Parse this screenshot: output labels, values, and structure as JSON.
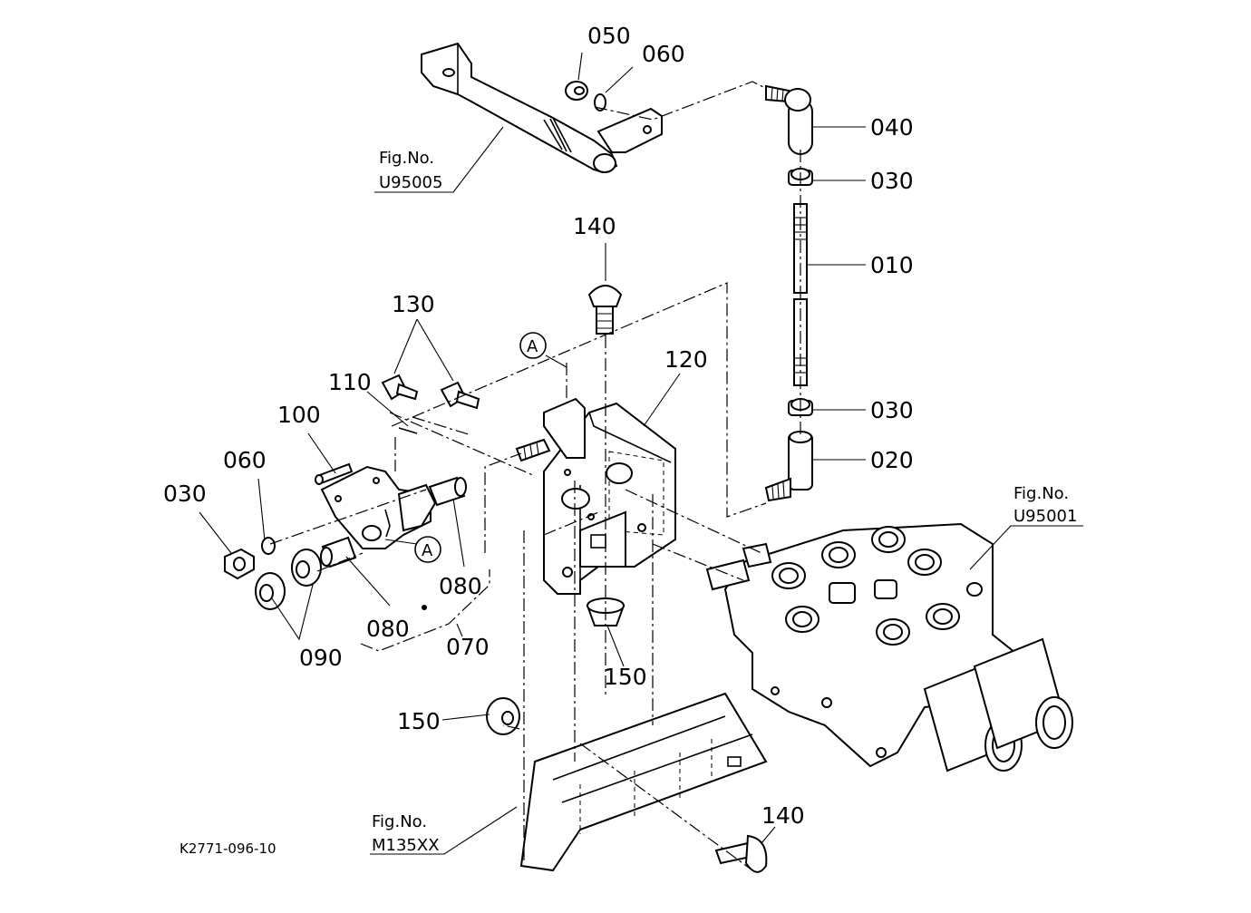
{
  "drawing": {
    "drawing_number": "K2771-096-10",
    "callouts": {
      "c050": "050",
      "c060_top": "060",
      "c040": "040",
      "c030_top": "030",
      "c010": "010",
      "c140_top": "140",
      "c130": "130",
      "c120": "120",
      "c110": "110",
      "c100": "100",
      "c060_left": "060",
      "c030_left": "030",
      "c030_mid": "030",
      "c020": "020",
      "c080_right": "080",
      "c080_left": "080",
      "c090": "090",
      "c070": "070",
      "c150_mid": "150",
      "c150_left": "150",
      "c140_bottom": "140"
    },
    "markers": {
      "a_top": "A",
      "a_bottom": "A"
    },
    "figure_refs": [
      {
        "label": "Fig.No.",
        "number": "U95005"
      },
      {
        "label": "Fig.No.",
        "number": "U95001"
      },
      {
        "label": "Fig.No.",
        "number": "M135XX"
      }
    ]
  }
}
